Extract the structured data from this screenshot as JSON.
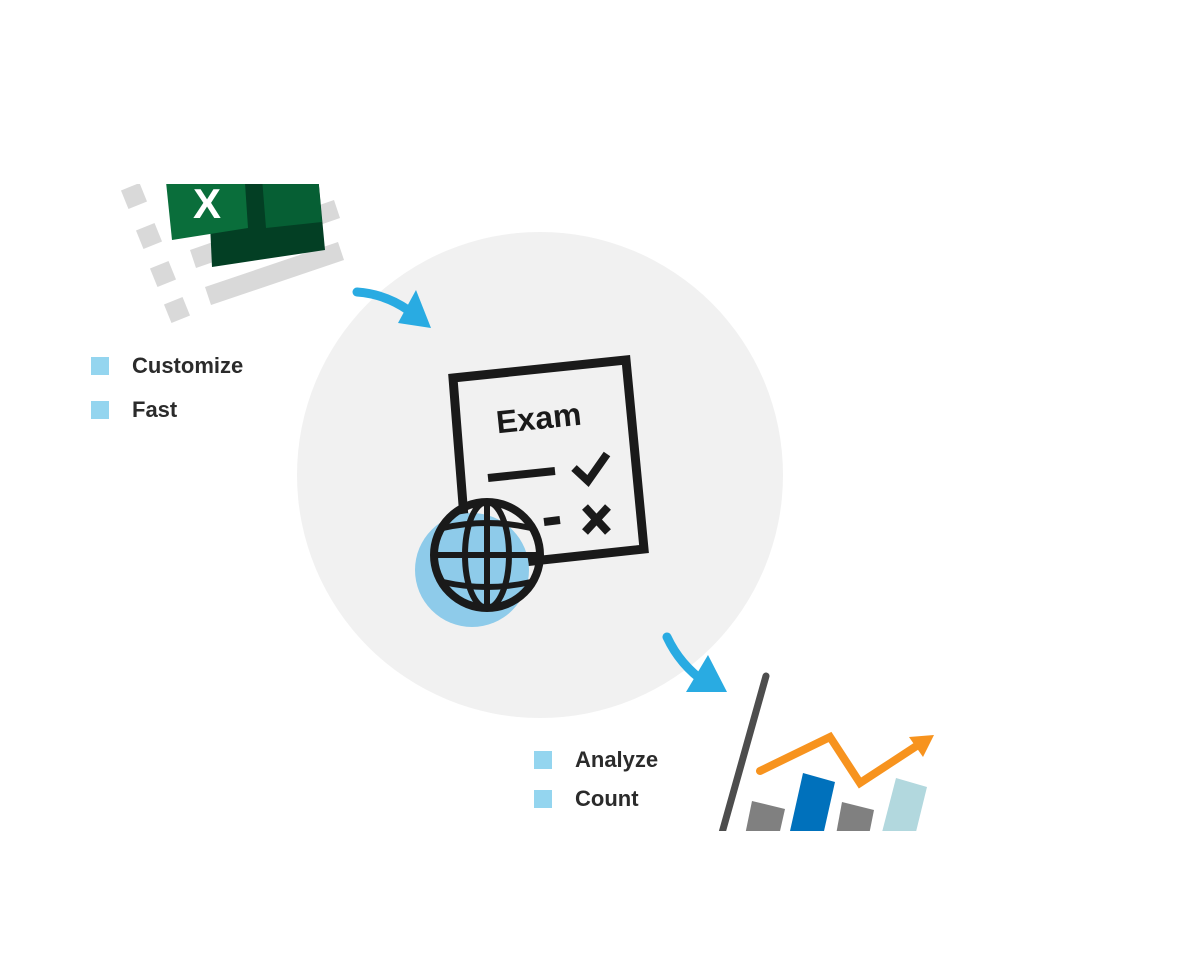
{
  "paper_title": "Exam",
  "features_left": [
    "Customize",
    "Fast"
  ],
  "features_right": [
    "Analyze",
    "Count"
  ],
  "colors": {
    "arrow": "#29abe2",
    "circle": "#f1f1f1",
    "bullet": "#94d5ef",
    "excel_green": "#107c41",
    "orange": "#f7931e",
    "blue_bar": "#0071bc"
  }
}
